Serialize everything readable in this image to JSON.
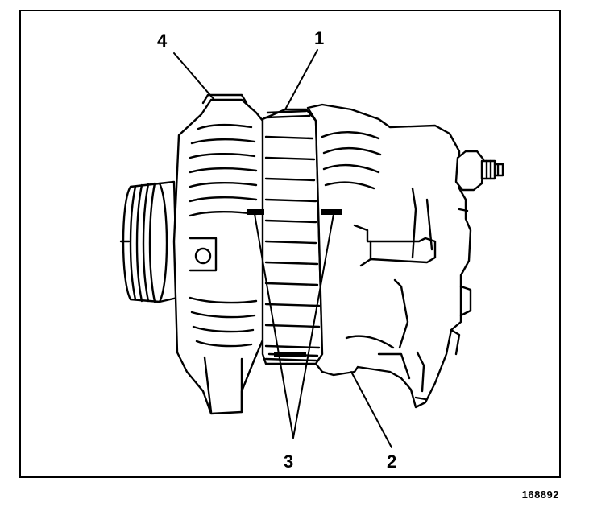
{
  "callouts": {
    "c1": "1",
    "c2": "2",
    "c3": "3",
    "c4": "4"
  },
  "figure_id": "168892",
  "colors": {
    "line": "#000000",
    "background": "#ffffff"
  }
}
